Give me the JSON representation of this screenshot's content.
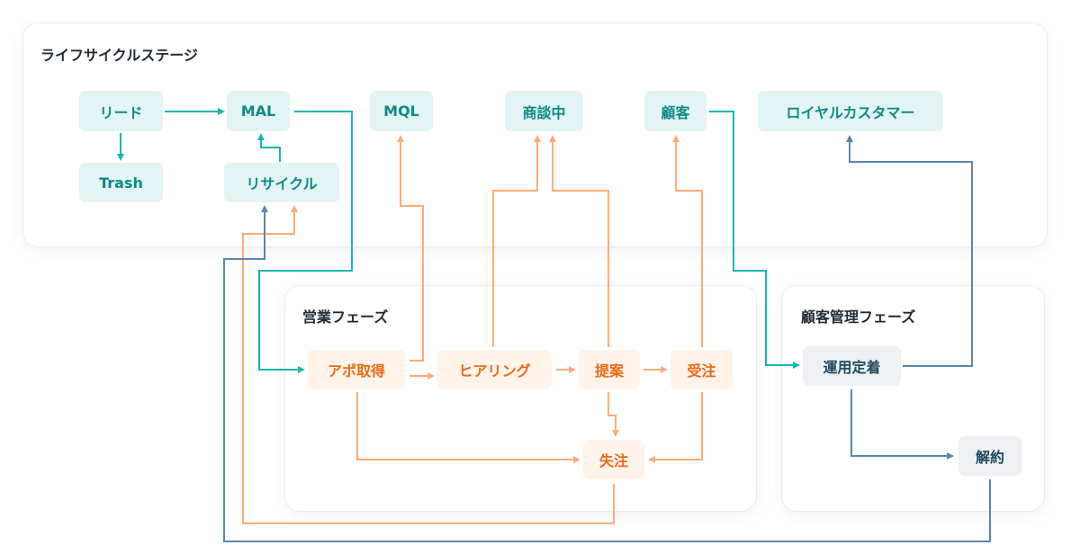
{
  "panels": {
    "lifecycle": "ライフサイクルステージ",
    "sales": "営業フェーズ",
    "customer": "顧客管理フェーズ"
  },
  "nodes": {
    "lead": "リード",
    "trash": "Trash",
    "mal": "MAL",
    "recycle": "リサイクル",
    "mql": "MQL",
    "negotiation": "商談中",
    "customer": "顧客",
    "loyal": "ロイヤルカスタマー",
    "appointment": "アポ取得",
    "hearing": "ヒアリング",
    "proposal": "提案",
    "won": "受注",
    "lost": "失注",
    "onboarding": "運用定着",
    "churn": "解約"
  },
  "colors": {
    "teal": "#14b8ae",
    "orange": "#ffab78",
    "blue": "#5a86b0"
  }
}
